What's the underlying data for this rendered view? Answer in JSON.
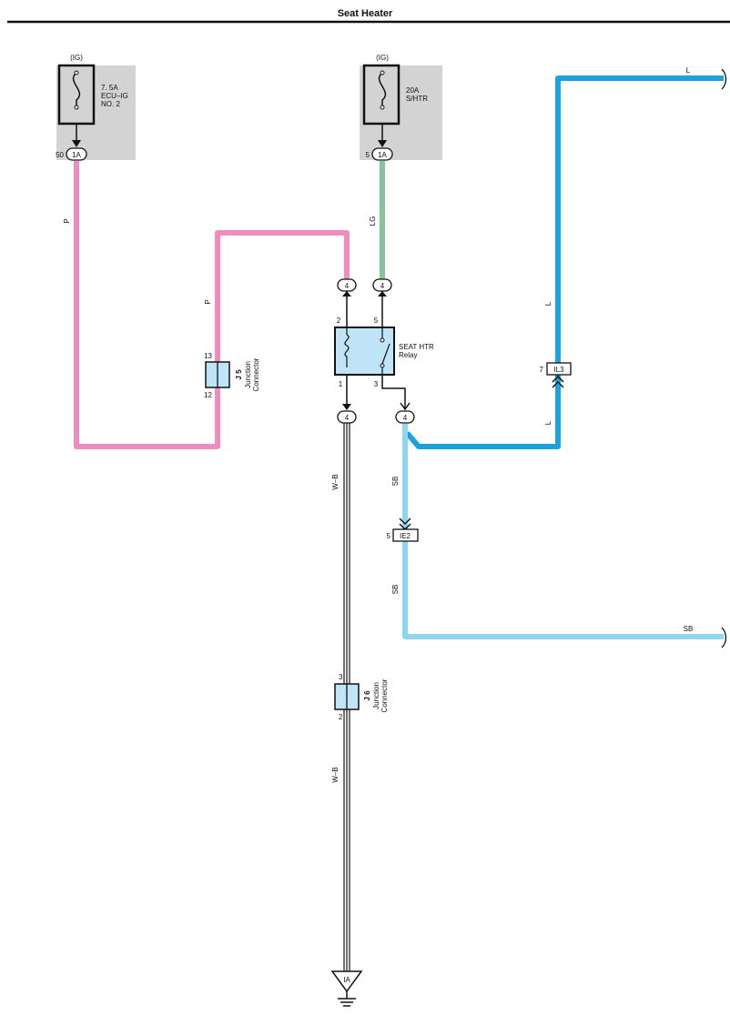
{
  "title": "Seat Heater",
  "colors": {
    "pink": "#f08cc0",
    "green": "#86c49a",
    "blue": "#1aa3e0",
    "light_blue": "#8fd6f0",
    "box_fill": "#d3d3d3",
    "connector_fill": "#bfe4f7"
  },
  "fuses": [
    {
      "source": "(IG)",
      "rating": "7. 5A",
      "name_line1": "ECU–IG",
      "name_line2": "NO. 2",
      "pin": "50",
      "connector": "1A"
    },
    {
      "source": "(IG)",
      "rating": "20A",
      "name_line1": "S/HTR",
      "pin": "5",
      "connector": "1A"
    }
  ],
  "relay": {
    "name_line1": "SEAT HTR",
    "name_line2": "Relay",
    "pins": {
      "p2": "2",
      "p5": "5",
      "p1": "1",
      "p3": "3"
    },
    "connector": "4"
  },
  "junction_j5": {
    "id": "J 5",
    "label_line1": "Junction",
    "label_line2": "Connector",
    "pin_top": "13",
    "pin_bottom": "12"
  },
  "junction_j6": {
    "id": "J 6",
    "label_line1": "Junction",
    "label_line2": "Connector",
    "pin_top": "3",
    "pin_bottom": "2"
  },
  "connectors": {
    "il3": {
      "name": "IL3",
      "pin": "7"
    },
    "ie2": {
      "name": "IE2",
      "pin": "5"
    }
  },
  "wires": {
    "p": "P",
    "lg": "LG",
    "l": "L",
    "sb": "SB",
    "wb": "W–B"
  },
  "ground": {
    "name": "IA"
  }
}
